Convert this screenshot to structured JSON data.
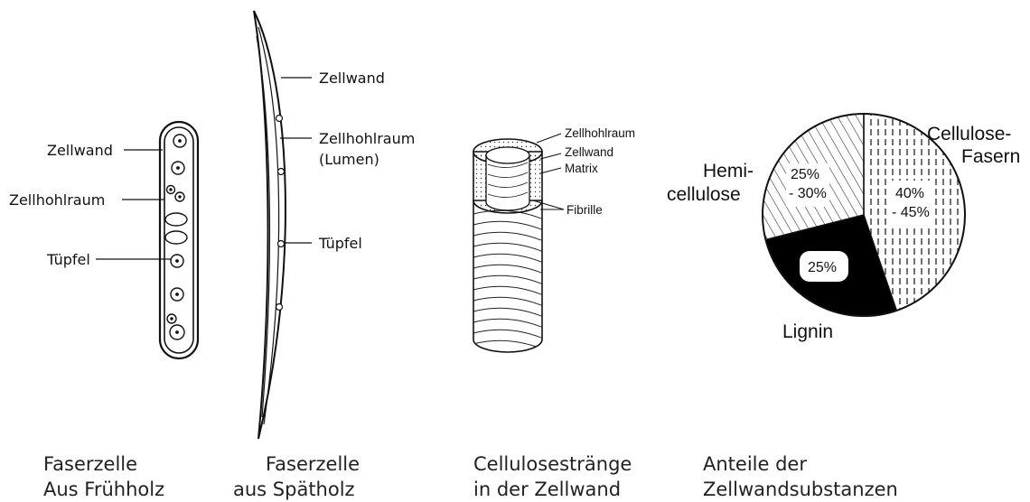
{
  "panel1": {
    "labels": {
      "wall": "Zellwand",
      "lumen": "Zellhohlraum",
      "pit": "Tüpfel"
    },
    "caption": [
      "Faserzelle",
      "Aus Frühholz"
    ]
  },
  "panel2": {
    "labels": {
      "wall": "Zellwand",
      "lumen_1": "Zellhohlraum",
      "lumen_2": "(Lumen)",
      "pit": "Tüpfel"
    },
    "caption": [
      "Faserzelle",
      "aus Spätholz"
    ]
  },
  "panel3": {
    "labels": {
      "lumen": "Zellhohlraum",
      "wall": "Zellwand",
      "matrix": "Matrix",
      "fibril": "Fibrille"
    },
    "caption": [
      "Cellulosestränge",
      "in der Zellwand"
    ]
  },
  "panel4": {
    "labels": {
      "cellulose_1": "Cellulose-",
      "cellulose_2": "Fasern",
      "hemi_1": "Hemi-",
      "hemi_2": "cellulose",
      "lignin": "Lignin"
    },
    "percent_labels": {
      "cellulose_1": "40%",
      "cellulose_2": "- 45%",
      "hemi_1": "25%",
      "hemi_2": "- 30%",
      "lignin": "25%"
    },
    "caption": [
      "Anteile der",
      "Zellwandsubstanzen"
    ]
  },
  "chart_data": {
    "type": "pie",
    "slices": [
      {
        "name": "Cellulose-Fasern",
        "value_label": "40% - 45%",
        "value": 42.5,
        "pattern": "vertical-dashes"
      },
      {
        "name": "Lignin",
        "value_label": "25%",
        "value": 25,
        "pattern": "solid-black"
      },
      {
        "name": "Hemicellulose",
        "value_label": "25% - 30%",
        "value": 27.5,
        "pattern": "diagonal-hatch"
      }
    ]
  }
}
